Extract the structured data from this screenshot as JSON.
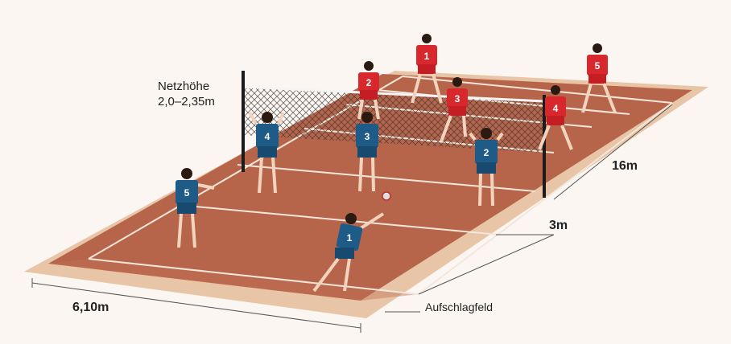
{
  "labels": {
    "net_height_title": "Netzhöhe",
    "net_height_value": "2,0–2,35m",
    "length": "16m",
    "serve_zone_depth": "3m",
    "width": "6,10m",
    "serve_zone": "Aufschlagfeld"
  },
  "players_blue": [
    "4",
    "3",
    "2",
    "5",
    "1"
  ],
  "players_red": [
    "2",
    "1",
    "3",
    "4",
    "5"
  ],
  "colors": {
    "court": "#b7654a",
    "apron": "#e8c5a6",
    "background": "#fbf6f1",
    "team_blue": "#1e5b86",
    "team_red": "#d8282e"
  }
}
